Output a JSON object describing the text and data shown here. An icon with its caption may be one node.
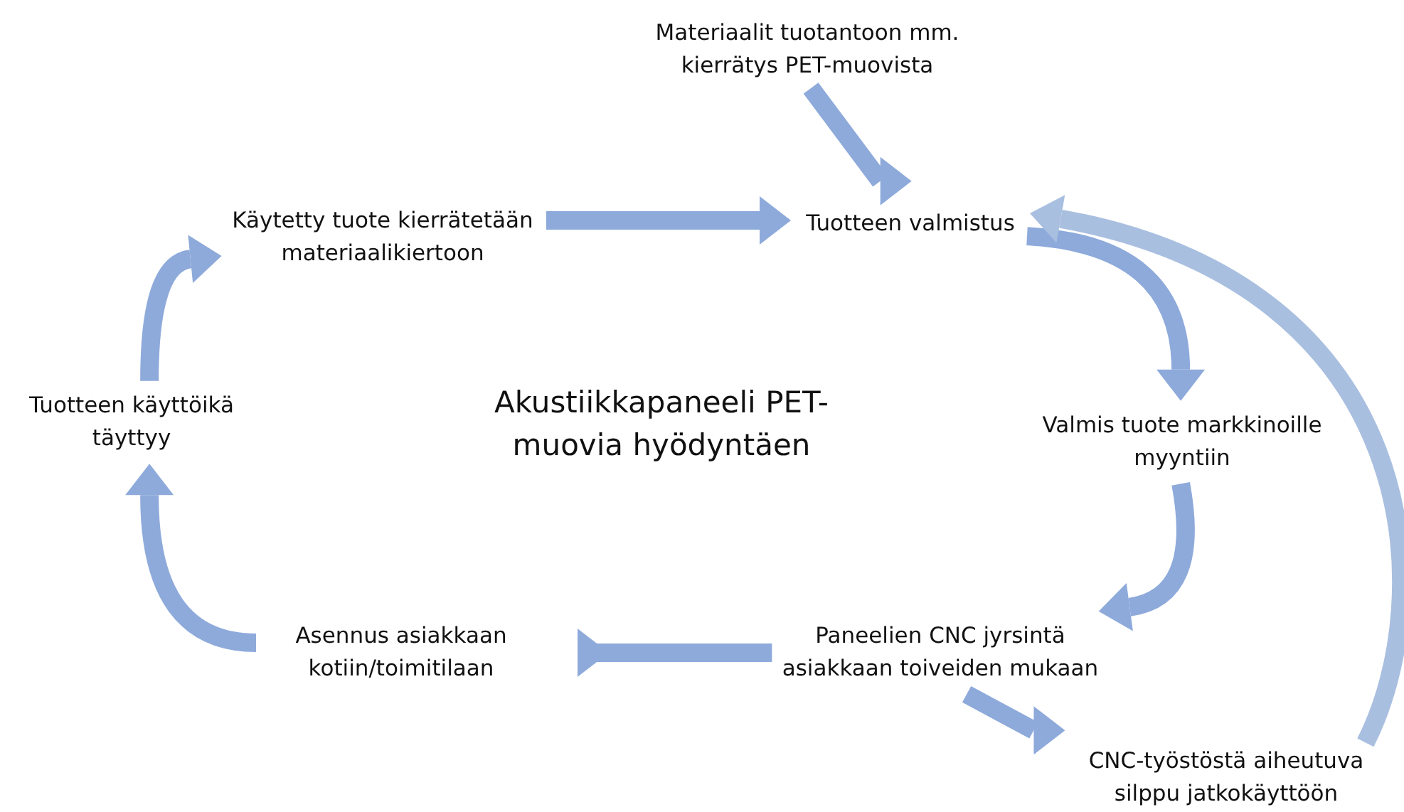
{
  "diagram": {
    "title": "Akustiikkapaneeli PET-muovia hyödyntäen",
    "nodes": [
      {
        "text": [
          "Materiaalit tuotantoon mm. kierrätys PET-muovista"
        ]
      },
      {
        "text": [
          "Käytetty tuote kierrätetään materiaalikiertoon"
        ]
      },
      {
        "text": [
          "Tuotteen valmistus"
        ]
      },
      {
        "text": [
          "Tuotteen käyttöikä täyttyy"
        ]
      },
      {
        "text": [
          "Valmis tuote markkinoille myyntiin"
        ]
      },
      {
        "text": [
          "Asennus asiakkaan kotiin/toimitilaan"
        ]
      },
      {
        "text": [
          "Paneelien CNC jyrsintä asiakkaan toiveiden mukaan"
        ]
      },
      {
        "text": [
          "CNC-työstöstä aiheutuva silppu jatkokäyttöön"
        ]
      }
    ],
    "edges": [
      {
        "from": 0,
        "to": 2,
        "arrow": "to"
      },
      {
        "from": 1,
        "to": 2,
        "arrow": "to"
      },
      {
        "from": 2,
        "to": 4,
        "arrow": "to"
      },
      {
        "from": 4,
        "to": 6,
        "arrow": "to"
      },
      {
        "from": 6,
        "to": 5,
        "arrow": "to"
      },
      {
        "from": 5,
        "to": 3,
        "arrow": "to"
      },
      {
        "from": 3,
        "to": 1,
        "arrow": "to"
      },
      {
        "from": 6,
        "to": 7,
        "arrow": "to"
      },
      {
        "from": 7,
        "to": 2,
        "arrow": "to",
        "color": "#a9bfe0"
      }
    ]
  }
}
